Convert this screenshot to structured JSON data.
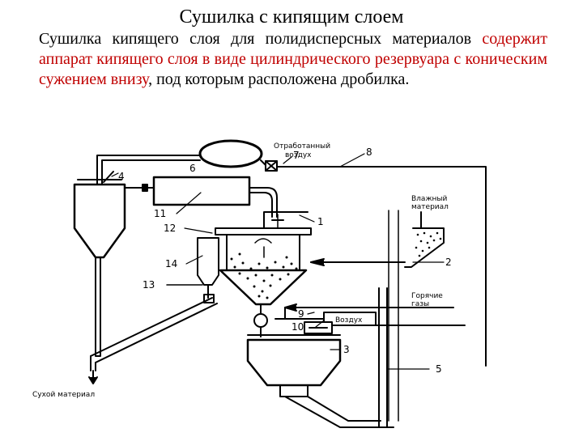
{
  "slide": {
    "title": "Сушилка с кипящим слоем",
    "paragraph": {
      "text_1": "Сушилка кипящего слоя для полидисперсных материалов ",
      "text_red": "содержит аппарат кипящего слоя в виде цилиндрического резервуара с коническим сужением внизу",
      "text_2": ", под которым расположена дробилка."
    }
  },
  "diagram": {
    "labels": {
      "exhaust_air_1": "Отработанный",
      "exhaust_air_2": "воздух",
      "wet_material_1": "Влажный",
      "wet_material_2": "материал",
      "hot_gases_1": "Горячие",
      "hot_gases_2": "газы",
      "air": "Воздух",
      "dry_material": "Сухой материал"
    },
    "numbers": [
      "1",
      "2",
      "3",
      "4",
      "5",
      "6",
      "7",
      "8",
      "9",
      "10",
      "11",
      "12",
      "13",
      "14"
    ]
  },
  "colors": {
    "accent": "#c00000",
    "text": "#000000"
  }
}
